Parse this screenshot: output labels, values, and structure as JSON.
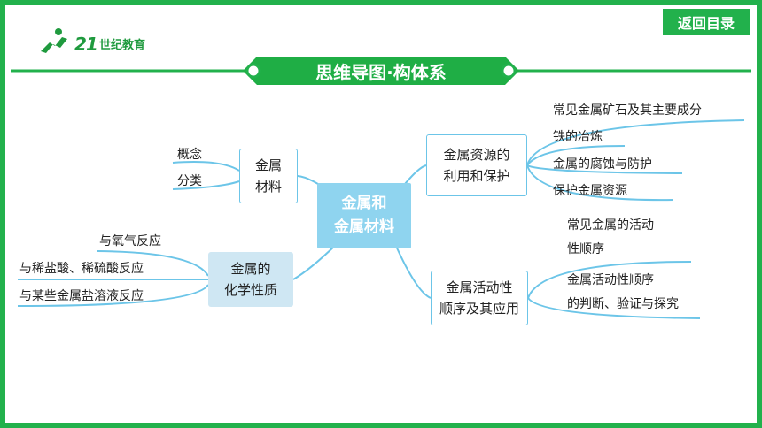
{
  "header": {
    "logo_text": "21",
    "logo_sub": "世纪教育",
    "back_button": "返回目录"
  },
  "banner": {
    "title": "思维导图·构体系"
  },
  "colors": {
    "frame": "#22b14c",
    "center": "#8fd4ef",
    "line": "#6cc5e8"
  },
  "mindmap": {
    "center": "金属和\n金属材料",
    "metal": {
      "label": "金属\n材料",
      "children": [
        "概念",
        "分类"
      ]
    },
    "chem": {
      "label": "金属的\n化学性质",
      "children": [
        "与氧气反应",
        "与稀盐酸、稀硫酸反应",
        "与某些金属盐溶液反应"
      ]
    },
    "resource": {
      "label": "金属资源的\n利用和保护",
      "children": [
        "常见金属矿石及其主要成分",
        "铁的冶炼",
        "金属的腐蚀与防护",
        "保护金属资源"
      ]
    },
    "activity": {
      "label": "金属活动性\n顺序及其应用",
      "children": [
        "常见金属的活动\n性顺序",
        "金属活动性顺序\n的判断、验证与探究"
      ]
    }
  }
}
